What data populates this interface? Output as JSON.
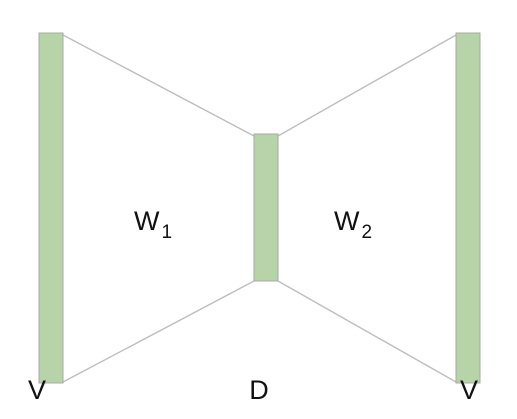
{
  "diagram": {
    "layer_color": "#b6d4a8",
    "line_color": "#bdbdbd",
    "left_layer_label": "V",
    "middle_layer_label": "D",
    "right_layer_label": "V",
    "weights": [
      {
        "symbol": "W",
        "subscript": "1"
      },
      {
        "symbol": "W",
        "subscript": "2"
      }
    ]
  }
}
